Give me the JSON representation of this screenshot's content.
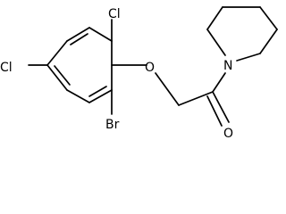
{
  "molecule": {
    "atoms": {
      "cl_top": "Cl",
      "cl_left": "Cl",
      "br": "Br",
      "o_ether": "O",
      "n": "N",
      "o_carbonyl": "O"
    }
  }
}
